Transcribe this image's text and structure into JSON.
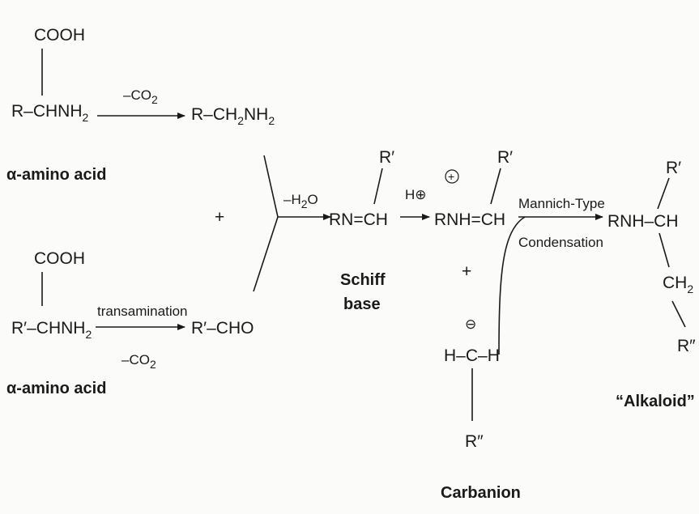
{
  "left_top": {
    "cooh": "COOH",
    "r_chnh": "R–CHNH",
    "sub2": "2",
    "label": "α-amino acid"
  },
  "decarboxylation": {
    "reagent": "–CO",
    "reagent_sub": "2",
    "product": "R–CH",
    "product_sub": "2",
    "product_nh": "NH",
    "product_sub2": "2"
  },
  "plus1": "+",
  "left_bottom": {
    "cooh": "COOH",
    "r_chnh": "R′–CHNH",
    "sub2": "2",
    "label": "α-amino acid"
  },
  "transamination": {
    "above": "transamination",
    "below": "–CO",
    "below_sub": "2",
    "product": "R′–CHO"
  },
  "condensation": {
    "reagent": "–H",
    "reagent_sub": "2",
    "reagent_o": "O"
  },
  "schiff": {
    "formula": "RN=CH",
    "r_prime": "R′",
    "label_1": "Schiff",
    "label_2": "base"
  },
  "protonation": {
    "reagent": "H⊕",
    "formula": "RNH=CH",
    "charge": "+",
    "r_prime": "R′"
  },
  "plus2": "+",
  "carbanion": {
    "charge": "⊖",
    "formula": "H–C–H",
    "r_dprime": "R″",
    "label": "Carbanion"
  },
  "mannich": {
    "above": "Mannich-Type",
    "below": "Condensation"
  },
  "alkaloid": {
    "r_prime": "R′",
    "formula": "RNH–CH",
    "ch": "CH",
    "ch_sub": "2",
    "r_dprime": "R″",
    "label": "“Alkaloid”"
  }
}
